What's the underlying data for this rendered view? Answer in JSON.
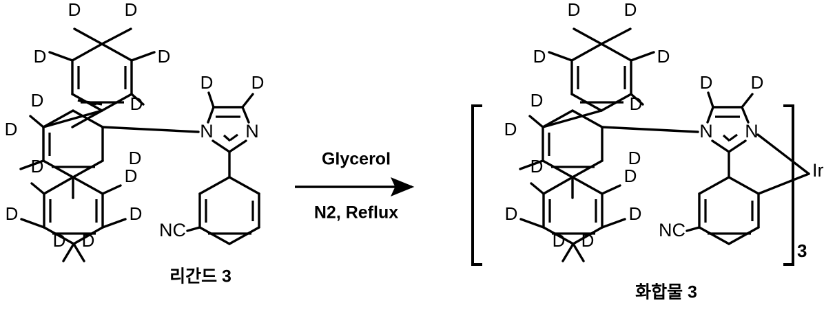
{
  "scheme": {
    "title": "Synthesis of deuterated iridium imidazole complex",
    "background": "#ffffff",
    "line_color": "#000000"
  },
  "reaction": {
    "conditions_above": "Glycerol",
    "conditions_below": "N2, Reflux",
    "arrow": "right-arrow"
  },
  "reactant": {
    "caption": "리간드 3",
    "atom_labels": {
      "deuterium": "D",
      "nitrogen": "N",
      "nitrile": "NC"
    },
    "deuterium_count": 14,
    "nitrogen_count": 2
  },
  "product": {
    "caption": "화합물 3",
    "atom_labels": {
      "deuterium": "D",
      "nitrogen": "N",
      "nitrile": "NC",
      "iridium": "Ir"
    },
    "subscript": "3",
    "bracket_left": "[",
    "bracket_right": "]",
    "deuterium_count": 14,
    "nitrogen_count": 2
  }
}
